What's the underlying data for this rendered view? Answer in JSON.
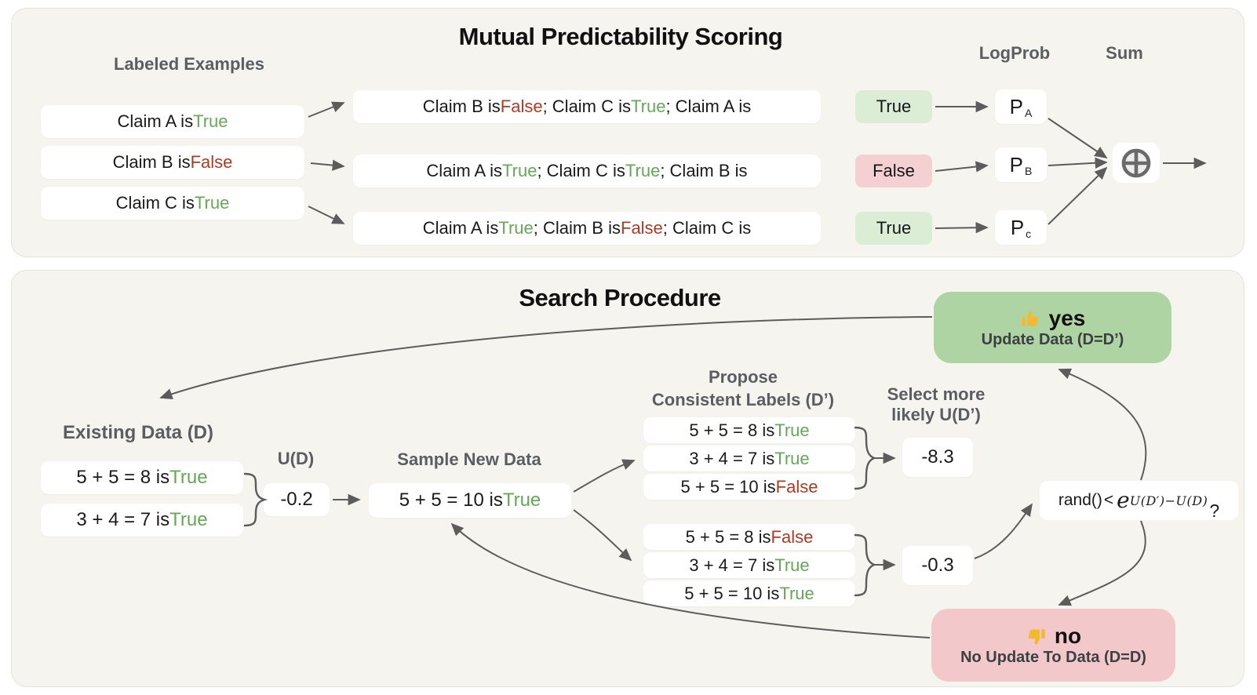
{
  "colors": {
    "panel_bg": "#f6f4ee",
    "panel_border": "#e6e3da",
    "box_bg": "#ffffff",
    "true_text": "#65a855",
    "false_text": "#b03a21",
    "chip_true_bg": "#dcedd6",
    "chip_false_bg": "#f5d0d3",
    "yes_bg": "#afd4a3",
    "no_bg": "#f2c8ca",
    "header_gray": "#5a5e63",
    "arrow": "#5c5c5c",
    "title": "#111111",
    "thumb_yellow": "#f2b931"
  },
  "top_panel": {
    "title": "Mutual Predictability Scoring",
    "col_labeled": "Labeled Examples",
    "col_logprob": "LogProb",
    "col_sum": "Sum",
    "examples": [
      {
        "segs": [
          {
            "t": "Claim A is "
          },
          {
            "t": "True",
            "c": "g"
          }
        ]
      },
      {
        "segs": [
          {
            "t": "Claim B is "
          },
          {
            "t": "False",
            "c": "r"
          }
        ]
      },
      {
        "segs": [
          {
            "t": "Claim C is "
          },
          {
            "t": "True",
            "c": "g"
          }
        ]
      }
    ],
    "prompts": [
      {
        "segs": [
          {
            "t": "Claim B is "
          },
          {
            "t": "False",
            "c": "r"
          },
          {
            "t": "; Claim C is "
          },
          {
            "t": "True",
            "c": "g"
          },
          {
            "t": "; Claim A is"
          }
        ]
      },
      {
        "segs": [
          {
            "t": "Claim A is "
          },
          {
            "t": "True",
            "c": "g"
          },
          {
            "t": "; Claim C is "
          },
          {
            "t": "True",
            "c": "g"
          },
          {
            "t": "; Claim B is"
          }
        ]
      },
      {
        "segs": [
          {
            "t": "Claim A is "
          },
          {
            "t": "True",
            "c": "g"
          },
          {
            "t": "; Claim B is "
          },
          {
            "t": "False",
            "c": "r"
          },
          {
            "t": "; Claim C is"
          }
        ]
      }
    ],
    "chips": [
      {
        "label": "True",
        "variant": "green"
      },
      {
        "label": "False",
        "variant": "red"
      },
      {
        "label": "True",
        "variant": "green"
      }
    ],
    "logprobs": [
      {
        "base": "P",
        "sub": "A"
      },
      {
        "base": "P",
        "sub": "B"
      },
      {
        "base": "P",
        "sub": "c"
      }
    ],
    "sum_icon": "circled-plus-icon"
  },
  "bottom_panel": {
    "title": "Search Procedure",
    "existing_header": "Existing Data (D)",
    "existing": [
      {
        "segs": [
          {
            "t": "5 + 5 = 8 is "
          },
          {
            "t": "True",
            "c": "g"
          }
        ]
      },
      {
        "segs": [
          {
            "t": "3 + 4 = 7 is "
          },
          {
            "t": "True",
            "c": "g"
          }
        ]
      }
    ],
    "ud_header": "U(D)",
    "ud_value": "-0.2",
    "sample_header": "Sample New Data",
    "sample": {
      "segs": [
        {
          "t": "5 + 5 = 10 is "
        },
        {
          "t": "True",
          "c": "g"
        }
      ]
    },
    "propose_header_line1": "Propose",
    "propose_header_line2": "Consistent Labels (D’)",
    "select_header_line1": "Select more",
    "select_header_line2": "likely U(D’)",
    "group_a": [
      {
        "segs": [
          {
            "t": "5 + 5 = 8 is "
          },
          {
            "t": "True",
            "c": "g"
          }
        ]
      },
      {
        "segs": [
          {
            "t": "3 + 4 = 7 is "
          },
          {
            "t": "True",
            "c": "g"
          }
        ]
      },
      {
        "segs": [
          {
            "t": "5 + 5 = 10 is "
          },
          {
            "t": "False",
            "c": "r"
          }
        ]
      }
    ],
    "group_a_score": "-8.3",
    "group_b": [
      {
        "segs": [
          {
            "t": "5 + 5 = 8 is "
          },
          {
            "t": "False",
            "c": "r"
          }
        ]
      },
      {
        "segs": [
          {
            "t": "3 + 4 = 7 is "
          },
          {
            "t": "True",
            "c": "g"
          }
        ]
      },
      {
        "segs": [
          {
            "t": "5 + 5 = 10 is "
          },
          {
            "t": "True",
            "c": "g"
          }
        ]
      }
    ],
    "group_b_score": "-0.3",
    "formula": {
      "lhs": "rand()",
      "op": "<",
      "base": "e",
      "exp": "U(D′)−U(D)",
      "q": "?"
    },
    "yes_box": {
      "label": "yes",
      "sub": "Update Data (D=D’)",
      "icon": "thumbs-up-icon"
    },
    "no_box": {
      "label": "no",
      "sub": "No Update To Data (D=D)",
      "icon": "thumbs-down-icon"
    }
  }
}
